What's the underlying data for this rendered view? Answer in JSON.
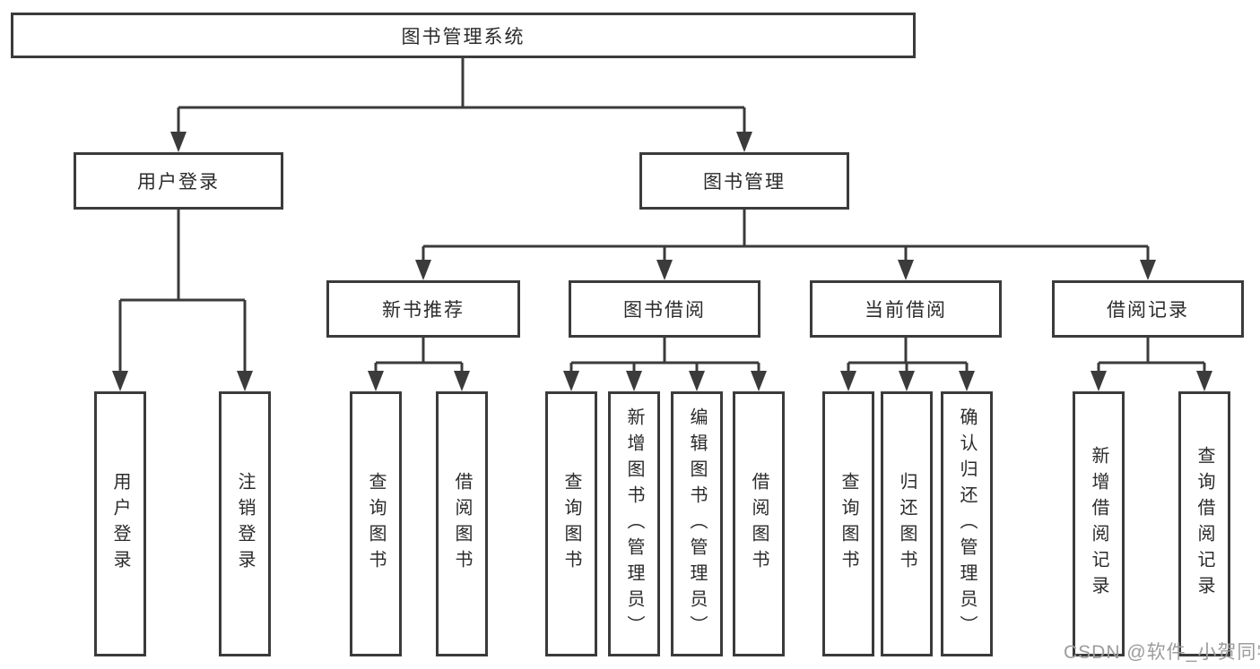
{
  "diagram": {
    "root": {
      "label": "图书管理系统"
    },
    "user_login": {
      "label": "用户登录",
      "children": [
        {
          "label": "用户登录"
        },
        {
          "label": "注销登录"
        }
      ]
    },
    "book_management": {
      "label": "图书管理",
      "sections": [
        {
          "label": "新书推荐",
          "children": [
            {
              "label": "查询图书"
            },
            {
              "label": "借阅图书"
            }
          ]
        },
        {
          "label": "图书借阅",
          "children": [
            {
              "label": "查询图书"
            },
            {
              "label": "新增图书（管理员）"
            },
            {
              "label": "编辑图书（管理员）"
            },
            {
              "label": "借阅图书"
            }
          ]
        },
        {
          "label": "当前借阅",
          "children": [
            {
              "label": "查询图书"
            },
            {
              "label": "归还图书"
            },
            {
              "label": "确认归还（管理员）"
            }
          ]
        },
        {
          "label": "借阅记录",
          "children": [
            {
              "label": "新增借阅记录"
            },
            {
              "label": "查询借阅记录"
            }
          ]
        }
      ]
    }
  },
  "watermark": "CSDN @软件_小贺同学",
  "colors": {
    "line": "#3b3b3b",
    "box_border": "#3b3b3b",
    "box_fill": "#ffffff",
    "text": "#2b2b2b",
    "watermark": "#9c9c9c"
  }
}
